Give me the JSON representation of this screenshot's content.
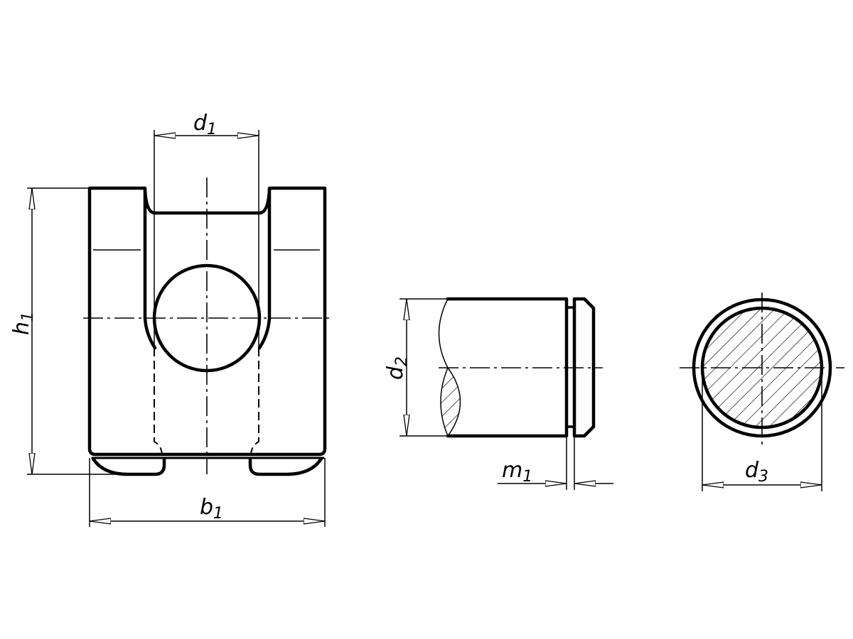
{
  "dimensions": {
    "d1": {
      "symbol": "d",
      "index": "1"
    },
    "h1": {
      "symbol": "h",
      "index": "1"
    },
    "b1": {
      "symbol": "b",
      "index": "1"
    },
    "d2": {
      "symbol": "d",
      "index": "2"
    },
    "m1": {
      "symbol": "m",
      "index": "1"
    },
    "d3": {
      "symbol": "d",
      "index": "3"
    }
  },
  "colors": {
    "line": "#000000",
    "background": "#ffffff"
  }
}
